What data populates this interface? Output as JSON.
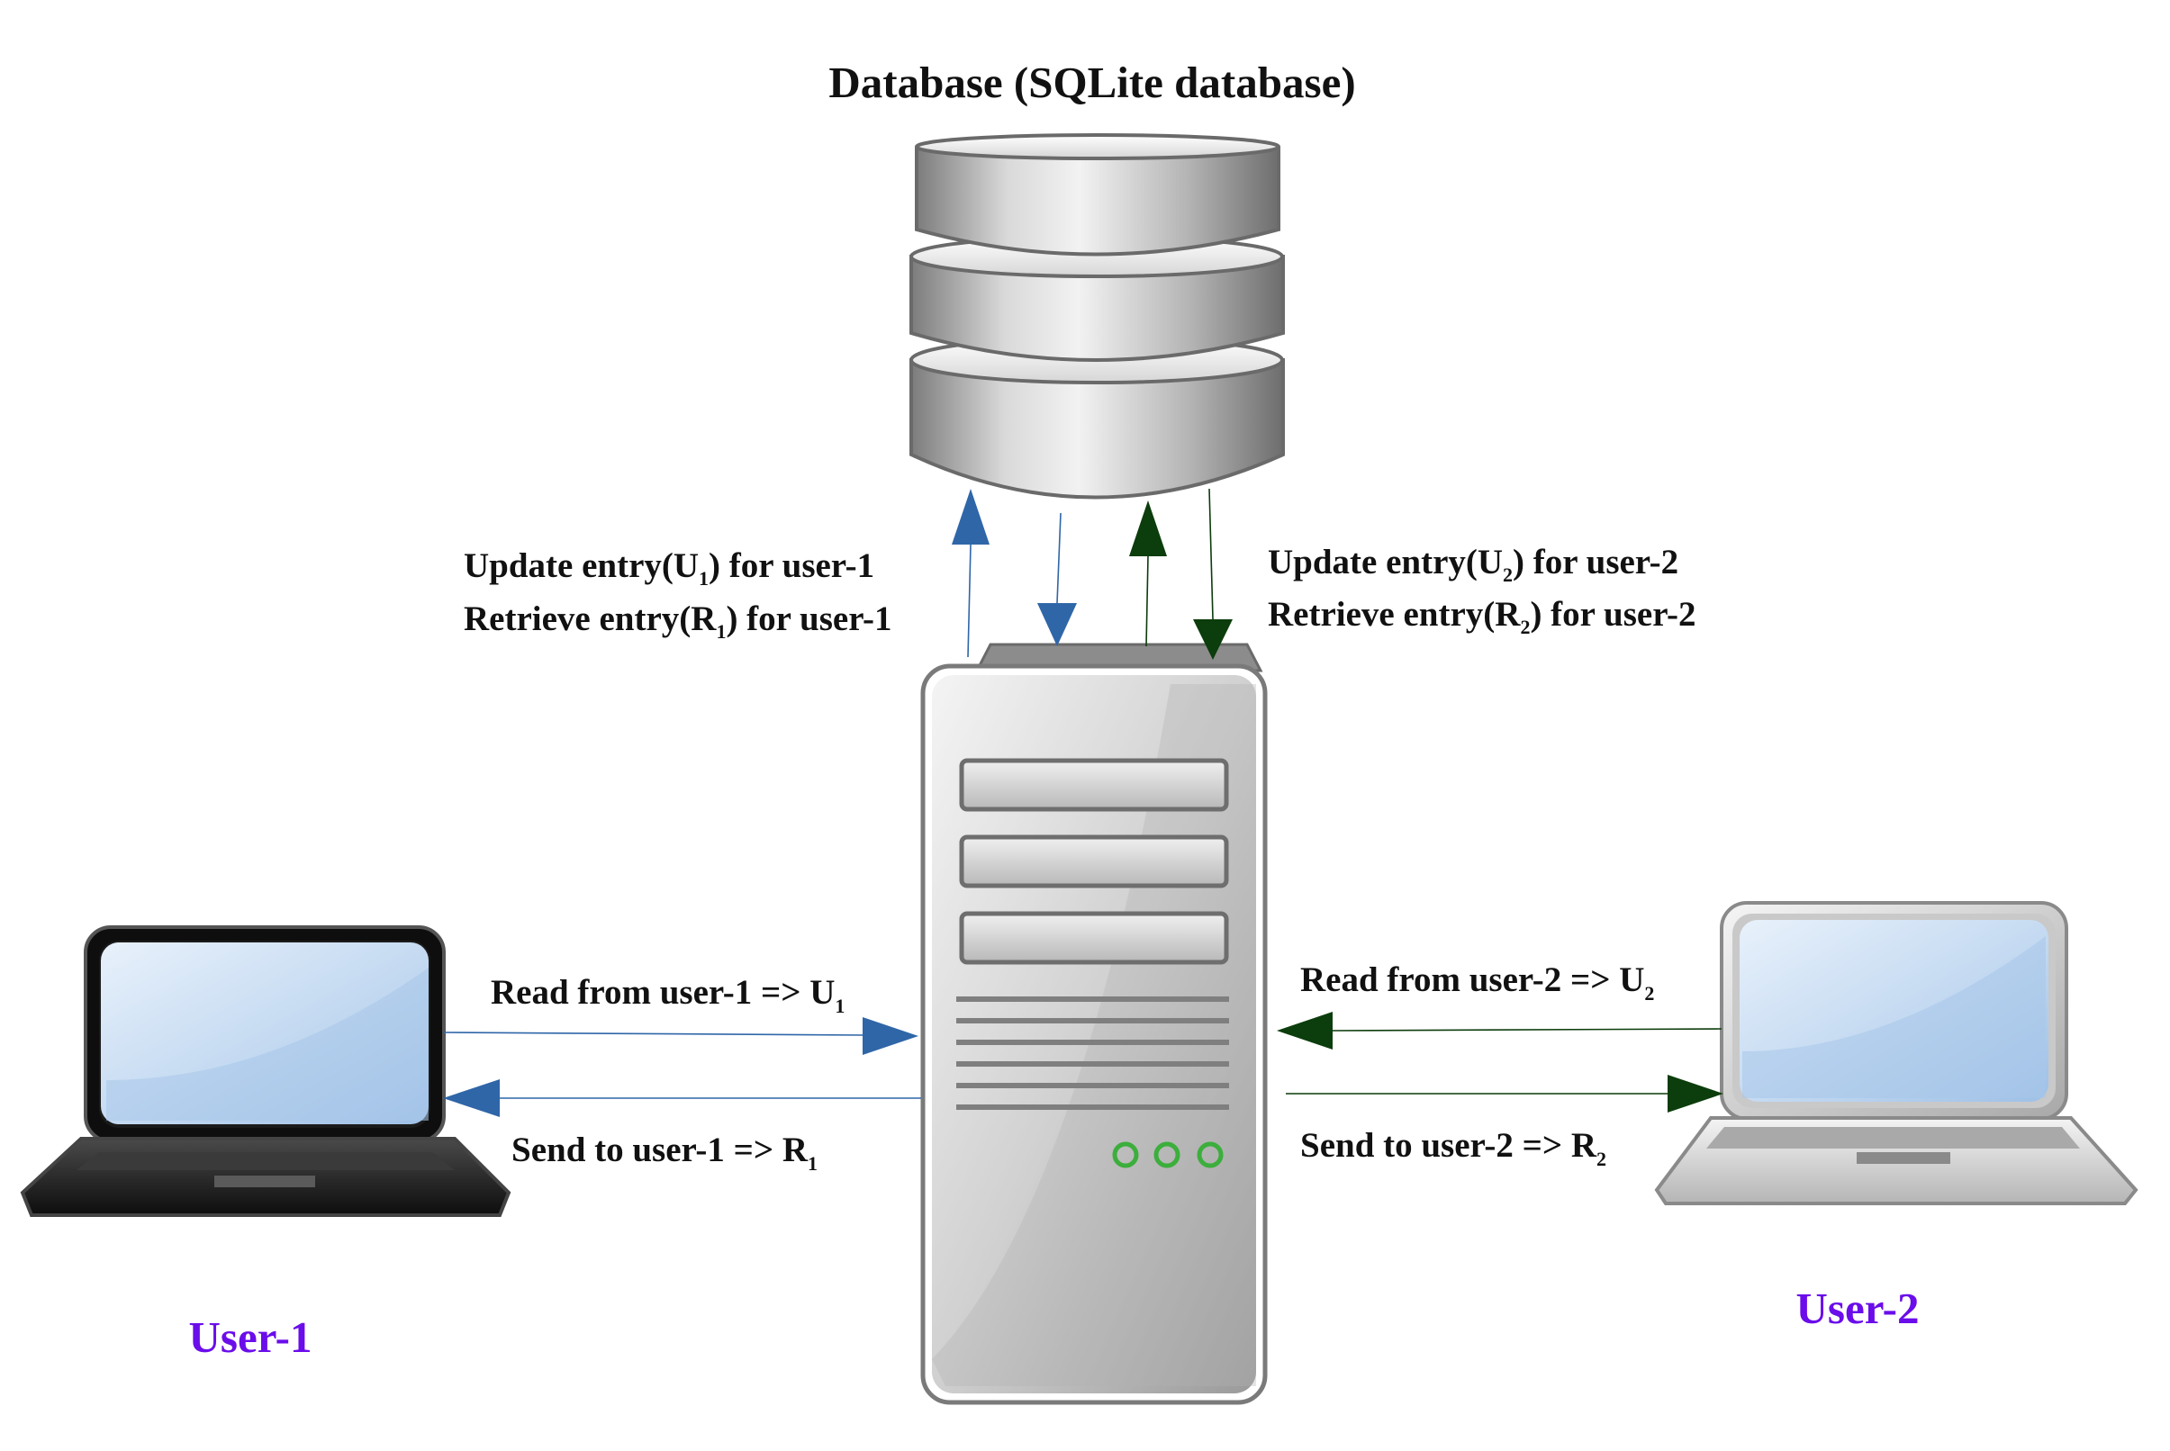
{
  "title": "Database (SQLite database)",
  "db_labels": {
    "user1": {
      "update_prefix": "Update entry(U",
      "update_sub": "1",
      "update_suffix": ") for user-1",
      "retrieve_prefix": "Retrieve entry(R",
      "retrieve_sub": "1",
      "retrieve_suffix": ") for user-1"
    },
    "user2": {
      "update_prefix": "Update entry(U",
      "update_sub": "2",
      "update_suffix": ") for user-2",
      "retrieve_prefix": "Retrieve entry(R",
      "retrieve_sub": "2",
      "retrieve_suffix": ") for user-2"
    }
  },
  "server_labels": {
    "read_user1_main": "Read from user-1 => U",
    "read_user1_sub": "1",
    "send_user1_main": "Send  to user-1 => R",
    "send_user1_sub": "1",
    "read_user2_main": "Read from user-2 => U",
    "read_user2_sub": "2",
    "send_user2_main": "Send to user-2 => R",
    "send_user2_sub": "2"
  },
  "users": {
    "user1": "User-1",
    "user2": "User-2"
  },
  "colors": {
    "user1_arrow": "#2f66a8",
    "user2_arrow": "#0c3d0c",
    "user_label": "#6a0dea",
    "server_leds": "#3cae3c"
  }
}
